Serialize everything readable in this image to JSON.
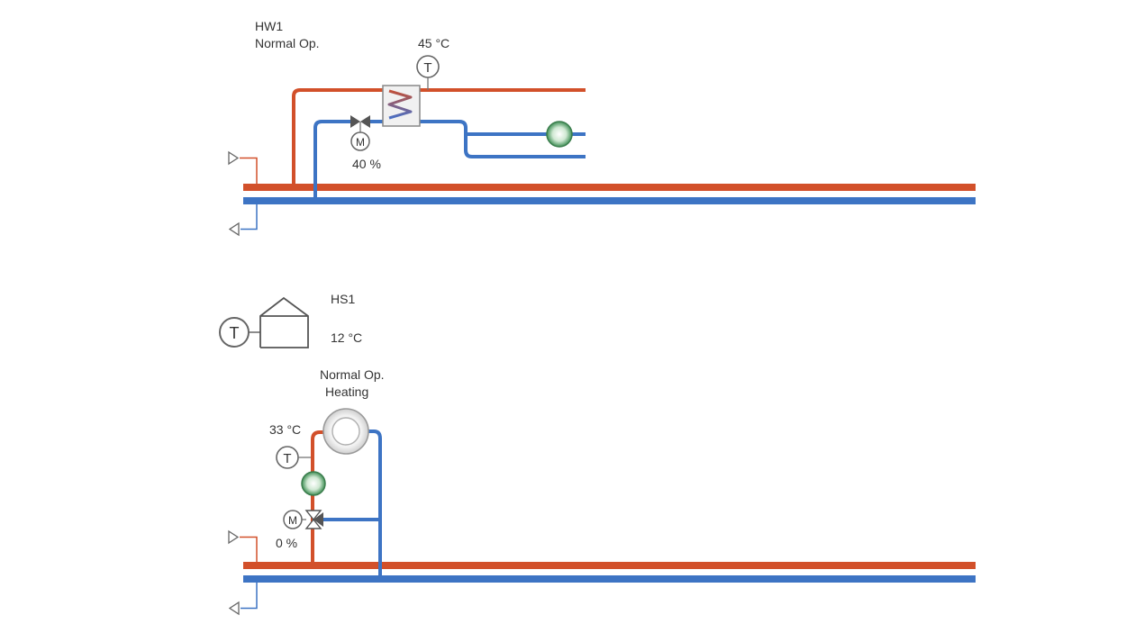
{
  "colors": {
    "supply": "#d2502a",
    "return": "#3d74c4",
    "symbol_stroke": "#777777",
    "text": "#333333",
    "pump_fill": "#5aa86a"
  },
  "dhw": {
    "name": "HW1",
    "status": "Normal Op.",
    "temperature": "45 °C",
    "valve_position": "40 %",
    "temp_sensor_letter": "T",
    "motor_letter": "M"
  },
  "heating": {
    "name": "HS1",
    "room_temperature": "12 °C",
    "status": "Normal Op.",
    "mode": "Heating",
    "flow_temperature": "33 °C",
    "valve_position": "0 %",
    "outdoor_sensor_letter": "T",
    "flow_sensor_letter": "T",
    "motor_letter": "M"
  }
}
